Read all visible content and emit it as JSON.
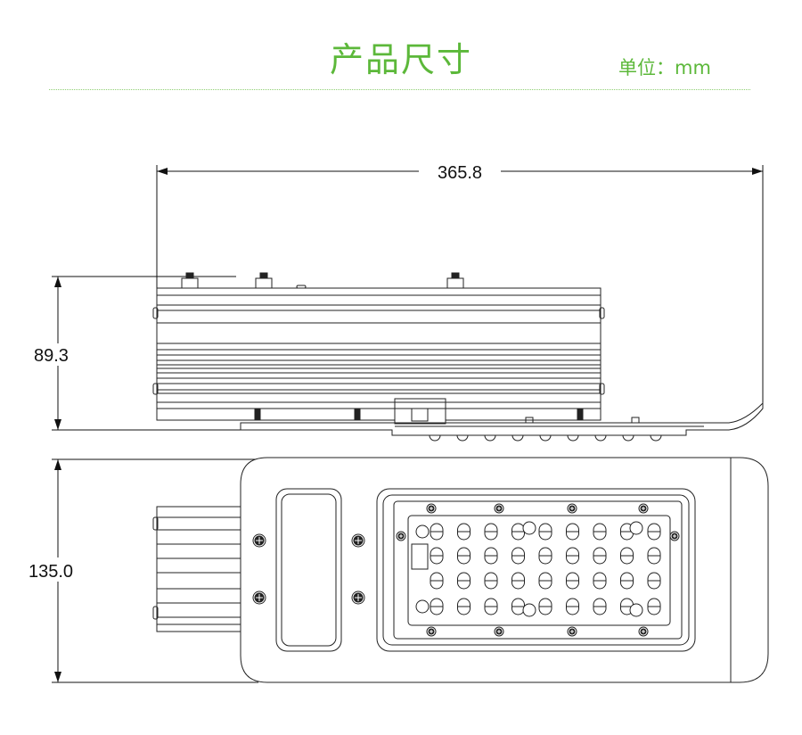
{
  "header": {
    "title": "产品尺寸",
    "unit": "单位：mm"
  },
  "dimensions": {
    "length": "365.8",
    "height": "89.3",
    "width": "135.0"
  },
  "colors": {
    "accent": "#5cb83a",
    "line": "#222222"
  }
}
